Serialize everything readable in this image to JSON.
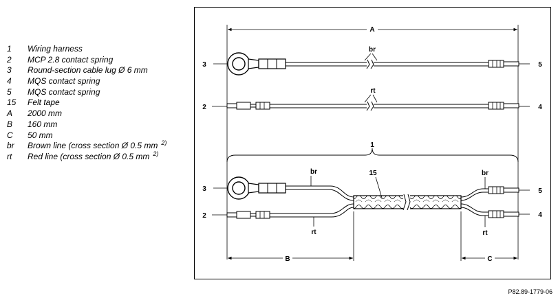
{
  "legend": [
    {
      "key": "1",
      "text": "Wiring harness",
      "sup": ""
    },
    {
      "key": "2",
      "text": "MCP 2.8 contact spring",
      "sup": ""
    },
    {
      "key": "3",
      "text": "Round-section cable lug Ø 6 mm",
      "sup": ""
    },
    {
      "key": "4",
      "text": "MQS contact spring",
      "sup": ""
    },
    {
      "key": "5",
      "text": "MQS contact spring",
      "sup": ""
    },
    {
      "key": "15",
      "text": "Felt tape",
      "sup": ""
    },
    {
      "key": "A",
      "text": "2000 mm",
      "sup": ""
    },
    {
      "key": "B",
      "text": "160 mm",
      "sup": ""
    },
    {
      "key": "C",
      "text": "50 mm",
      "sup": ""
    },
    {
      "key": "br",
      "text": "Brown line (cross section Ø 0.5 mm",
      "sup": "2)"
    },
    {
      "key": "rt",
      "text": "Red line (cross section Ø 0.5 mm",
      "sup": "2)"
    }
  ],
  "drawing": {
    "dim_A": "A",
    "dim_B": "B",
    "dim_C": "C",
    "label_1": "1",
    "label_15": "15",
    "label_br": "br",
    "label_rt": "rt",
    "label_2": "2",
    "label_3": "3",
    "label_4": "4",
    "label_5": "5"
  },
  "footer": "P82.89-1779-06"
}
